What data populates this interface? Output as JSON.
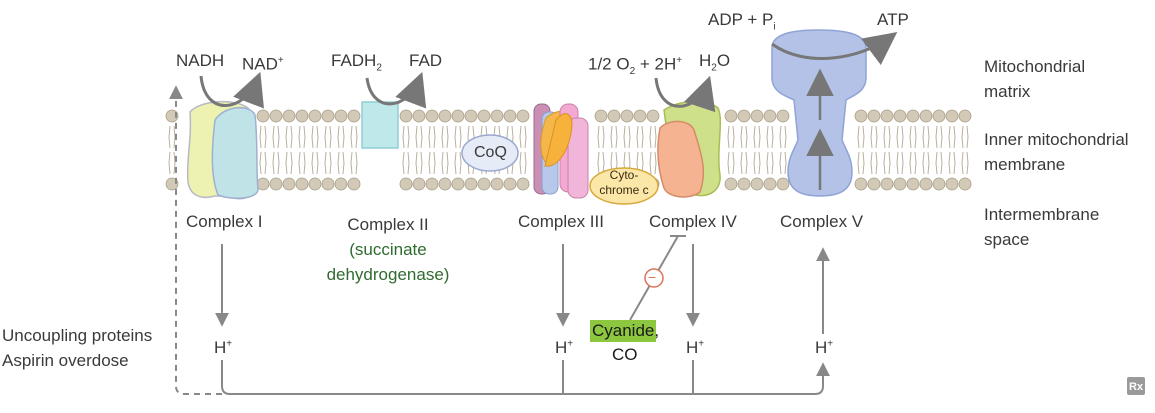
{
  "molecules": {
    "nadh": "NADH",
    "nad": "NAD",
    "nad_sup": "+",
    "fadh": "FADH",
    "fadh_sub": "2",
    "fad": "FAD",
    "o2_part1": "1/2 O",
    "o2_sub": "2",
    "o2_part2": " + 2H",
    "o2_sup": "+",
    "h2o_h": "H",
    "h2o_sub": "2",
    "h2o_o": "O",
    "adp": "ADP + P",
    "adp_sub": "i",
    "atp": "ATP",
    "coq": "CoQ",
    "cytc_line1": "Cyto-",
    "cytc_line2": "chrome c"
  },
  "regions": {
    "matrix_line1": "Mitochondrial",
    "matrix_line2": "matrix",
    "inner_line1": "Inner mitochondrial",
    "inner_line2": "membrane",
    "inter_line1": "Intermembrane",
    "inter_line2": "space"
  },
  "complexes": {
    "c1": "Complex I",
    "c2": "Complex II",
    "c2_name_line1": "(succinate",
    "c2_name_line2": "dehydrogenase)",
    "c3": "Complex III",
    "c4": "Complex IV",
    "c5": "Complex V"
  },
  "protons": {
    "h": "H",
    "sup": "+"
  },
  "inhibitors": {
    "cyanide": "Cyanide",
    "comma": ",",
    "co": "CO",
    "minus": "−"
  },
  "uncouplers": {
    "line1": "Uncoupling proteins",
    "line2": "Aspirin overdose"
  },
  "logo": "Rx",
  "colors": {
    "arrow": "#888888",
    "lipid_head": "#d2c9b6",
    "complex1_a": "#eef2b0",
    "complex1_b": "#bfe3e6",
    "complex2": "#bfe8ea",
    "complex5": "#b3c2e6",
    "cyanide_bg": "#8dc63f",
    "green_text": "#2f6b2f"
  }
}
